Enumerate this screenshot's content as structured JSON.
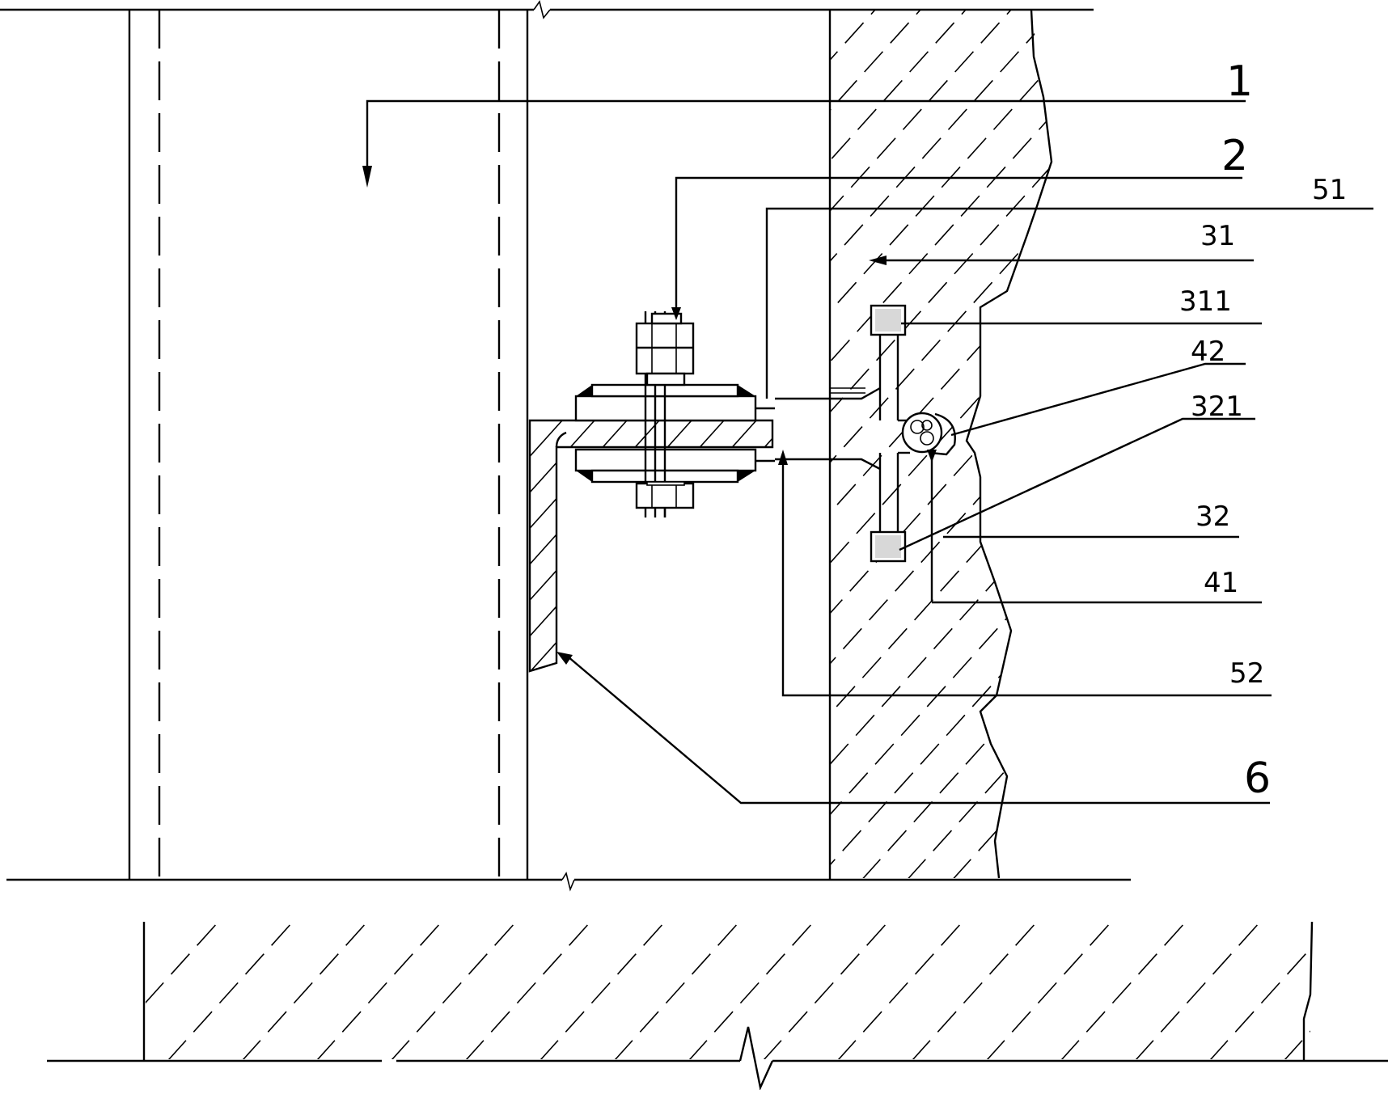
{
  "labels": [
    {
      "id": "1",
      "text": "1"
    },
    {
      "id": "2",
      "text": "2"
    },
    {
      "id": "51",
      "text": "51"
    },
    {
      "id": "31",
      "text": "31"
    },
    {
      "id": "311",
      "text": "311"
    },
    {
      "id": "42",
      "text": "42"
    },
    {
      "id": "321",
      "text": "321"
    },
    {
      "id": "32",
      "text": "32"
    },
    {
      "id": "41",
      "text": "41"
    },
    {
      "id": "52",
      "text": "52"
    },
    {
      "id": "6",
      "text": "6"
    }
  ]
}
